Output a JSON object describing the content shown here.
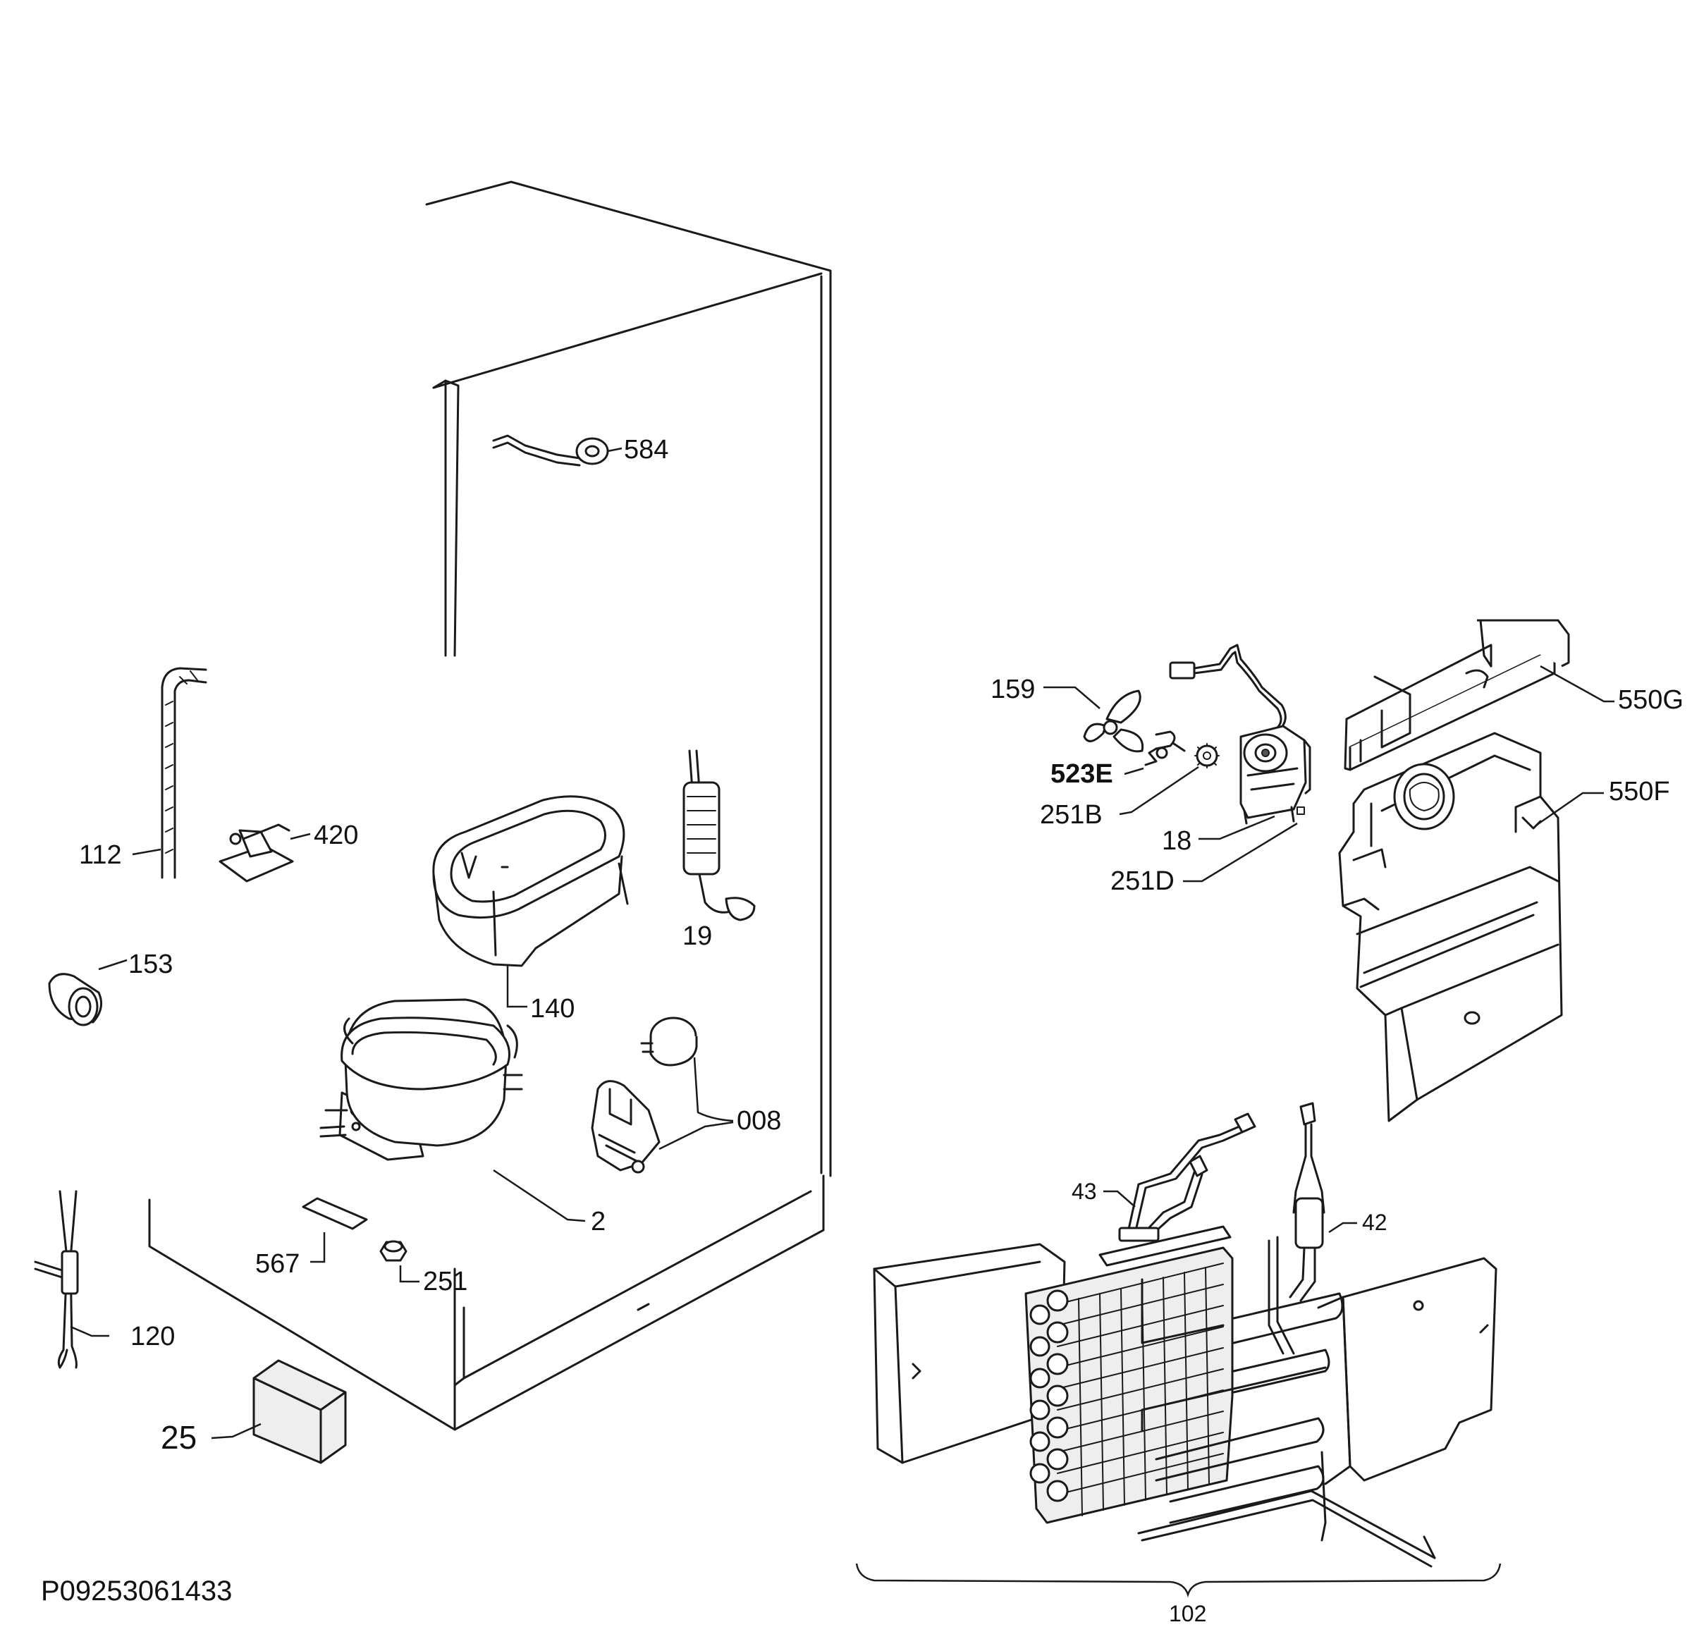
{
  "diagram_code": "P09253061433",
  "callouts": {
    "p584": "584",
    "p112": "112",
    "p420": "420",
    "p153": "153",
    "p140": "140",
    "p19": "19",
    "p008": "008",
    "p2": "2",
    "p567": "567",
    "p251": "251",
    "p120": "120",
    "p25": "25",
    "p159": "159",
    "p523E": "523E",
    "p251B": "251B",
    "p18": "18",
    "p251D": "251D",
    "p550G": "550G",
    "p550F": "550F",
    "p43": "43",
    "p42": "42",
    "p102": "102"
  }
}
